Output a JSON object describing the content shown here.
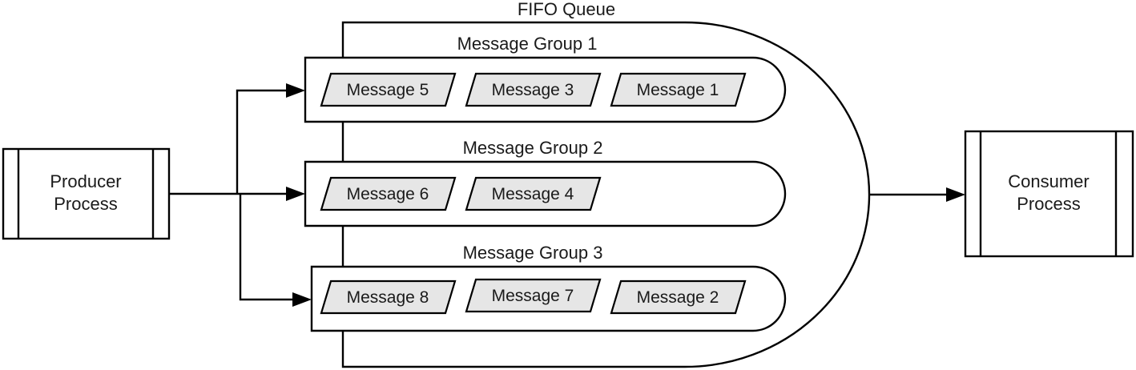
{
  "queue": {
    "title": "FIFO Queue"
  },
  "producer": {
    "line1": "Producer",
    "line2": "Process"
  },
  "consumer": {
    "line1": "Consumer",
    "line2": "Process"
  },
  "groups": [
    {
      "title": "Message Group 1",
      "messages": [
        "Message 5",
        "Message 3",
        "Message 1"
      ]
    },
    {
      "title": "Message Group 2",
      "messages": [
        "Message 6",
        "Message 4"
      ]
    },
    {
      "title": "Message Group 3",
      "messages": [
        "Message 8",
        "Message 7",
        "Message 2"
      ]
    }
  ]
}
